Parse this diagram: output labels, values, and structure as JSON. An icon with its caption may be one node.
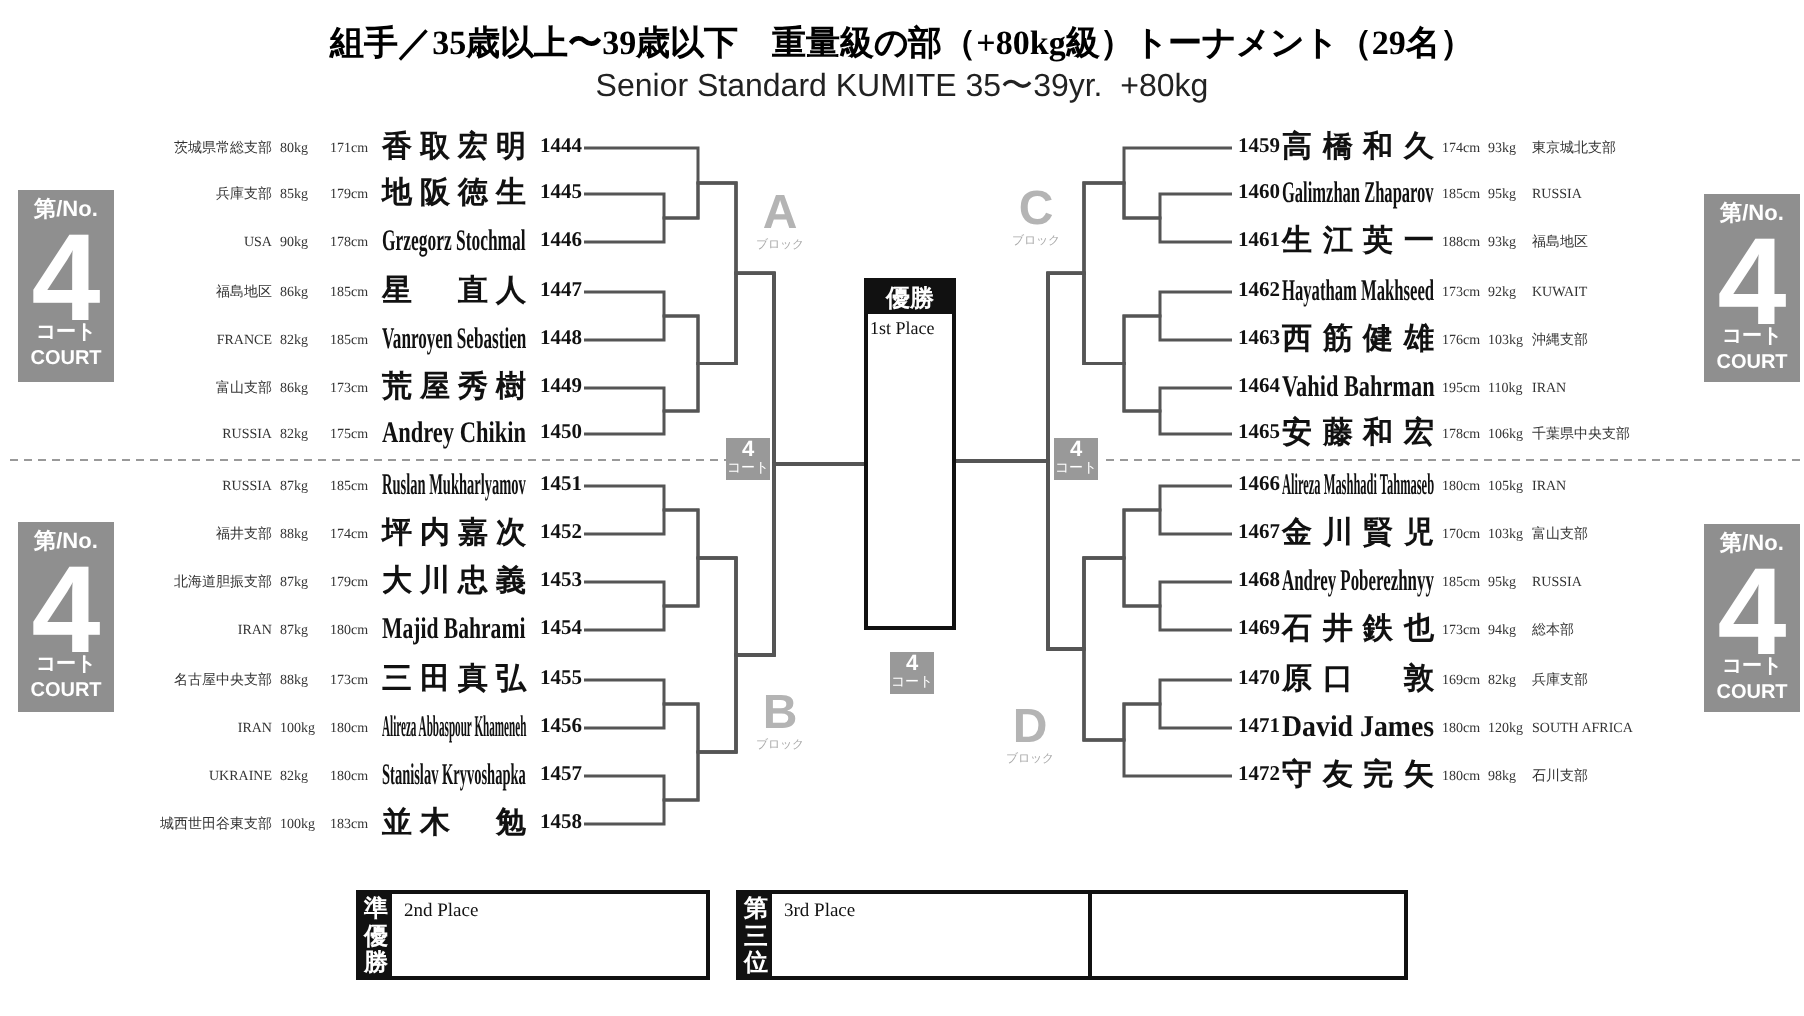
{
  "diagram": {
    "title": "組手／35歳以上〜39歳以下　重量級の部（+80kg級）トーナメント（29名）",
    "nodes": [
      {
        "text": [
          "茨城県常総支部",
          "80kg",
          "171cm",
          "香取宏明",
          "1444"
        ]
      },
      {
        "text": [
          "兵庫支部",
          "85kg",
          "179cm",
          "地阪徳生",
          "1445"
        ]
      },
      {
        "text": [
          "USA",
          "90kg",
          "178cm",
          "Grzegorz Stochmal",
          "1446"
        ]
      },
      {
        "text": [
          "福島地区",
          "86kg",
          "185cm",
          "星　直人",
          "1447"
        ]
      },
      {
        "text": [
          "FRANCE",
          "82kg",
          "185cm",
          "Vanroyen Sebastien",
          "1448"
        ]
      },
      {
        "text": [
          "富山支部",
          "86kg",
          "173cm",
          "荒屋秀樹",
          "1449"
        ]
      },
      {
        "text": [
          "RUSSIA",
          "82kg",
          "175cm",
          "Andrey Chikin",
          "1450"
        ]
      },
      {
        "text": [
          "RUSSIA",
          "87kg",
          "185cm",
          "Ruslan Mukharlyamov",
          "1451"
        ]
      },
      {
        "text": [
          "福井支部",
          "88kg",
          "174cm",
          "坪内嘉次",
          "1452"
        ]
      },
      {
        "text": [
          "北海道胆振支部",
          "87kg",
          "179cm",
          "大川忠義",
          "1453"
        ]
      },
      {
        "text": [
          "IRAN",
          "87kg",
          "180cm",
          "Majid Bahrami",
          "1454"
        ]
      },
      {
        "text": [
          "名古屋中央支部",
          "88kg",
          "173cm",
          "三田真弘",
          "1455"
        ]
      },
      {
        "text": [
          "IRAN",
          "100kg",
          "180cm",
          "Alireza Abbaspour Khameneh",
          "1456"
        ]
      },
      {
        "text": [
          "UKRAINE",
          "82kg",
          "180cm",
          "Stanislav Kryvoshapka",
          "1457"
        ]
      },
      {
        "text": [
          "城西世田谷東支部",
          "100kg",
          "183cm",
          "並木　勉",
          "1458"
        ]
      },
      {
        "text": [
          "1459",
          "高橋和久",
          "174cm",
          "93kg",
          "東京城北支部"
        ]
      },
      {
        "text": [
          "1460",
          "Galimzhan Zhaparov",
          "185cm",
          "95kg",
          "RUSSIA"
        ]
      },
      {
        "text": [
          "1461",
          "生江英一",
          "188cm",
          "93kg",
          "福島地区"
        ]
      },
      {
        "text": [
          "1462",
          "Hayatham Makhseed",
          "173cm",
          "92kg",
          "KUWAIT"
        ]
      },
      {
        "text": [
          "1463",
          "西筋健雄",
          "176cm",
          "103kg",
          "沖縄支部"
        ]
      },
      {
        "text": [
          "1464",
          "Vahid Bahrman",
          "195cm",
          "110kg",
          "IRAN"
        ]
      },
      {
        "text": [
          "1465",
          "安藤和宏",
          "178cm",
          "106kg",
          "千葉県中央支部"
        ]
      },
      {
        "text": [
          "1466",
          "Alireza Mashhadi Tahmaseb",
          "180cm",
          "105kg",
          "IRAN"
        ]
      },
      {
        "text": [
          "1467",
          "金川賢児",
          "170cm",
          "103kg",
          "富山支部"
        ]
      },
      {
        "text": [
          "1468",
          "Andrey Poberezhnyy",
          "185cm",
          "95kg",
          "RUSSIA"
        ]
      },
      {
        "text": [
          "1469",
          "石井鉄也",
          "173cm",
          "94kg",
          "総本部"
        ]
      },
      {
        "text": [
          "1470",
          "原口　敦",
          "169cm",
          "82kg",
          "兵庫支部"
        ]
      },
      {
        "text": [
          "1471",
          "David James",
          "180cm",
          "120kg",
          "SOUTH AFRICA"
        ]
      },
      {
        "text": [
          "1472",
          "守友完矢",
          "180cm",
          "98kg",
          "石川支部"
        ]
      },
      {
        "text": [
          "優勝",
          "1st Place"
        ]
      },
      {
        "text": [
          "第/No.",
          "4",
          "コート",
          "COURT"
        ]
      },
      {
        "text": [
          "第/No.",
          "4",
          "コート",
          "COURT"
        ]
      },
      {
        "text": [
          "第/No.",
          "4",
          "コート",
          "COURT"
        ]
      },
      {
        "text": [
          "第/No.",
          "4",
          "コート",
          "COURT"
        ]
      },
      {
        "text": [
          "4",
          "コート"
        ]
      },
      {
        "text": [
          "4",
          "コート"
        ]
      },
      {
        "text": [
          "4",
          "コート"
        ]
      },
      {
        "text": [
          "準優勝",
          "2nd Place"
        ]
      },
      {
        "text": [
          "第三位",
          "3rd Place"
        ]
      },
      {
        "text": [],
        "shape": "box"
      }
    ],
    "edges": [
      {
        "from": 0,
        "to": 29,
        "arrow": "none"
      },
      {
        "from": 1,
        "to": 29,
        "arrow": "none"
      },
      {
        "from": 2,
        "to": 29,
        "arrow": "none"
      },
      {
        "from": 3,
        "to": 29,
        "arrow": "none"
      },
      {
        "from": 4,
        "to": 29,
        "arrow": "none"
      },
      {
        "from": 5,
        "to": 29,
        "arrow": "none"
      },
      {
        "from": 6,
        "to": 29,
        "arrow": "none"
      },
      {
        "from": 7,
        "to": 29,
        "arrow": "none"
      },
      {
        "from": 8,
        "to": 29,
        "arrow": "none"
      },
      {
        "from": 9,
        "to": 29,
        "arrow": "none"
      },
      {
        "from": 10,
        "to": 29,
        "arrow": "none"
      },
      {
        "from": 11,
        "to": 29,
        "arrow": "none"
      },
      {
        "from": 12,
        "to": 29,
        "arrow": "none"
      },
      {
        "from": 13,
        "to": 29,
        "arrow": "none"
      },
      {
        "from": 14,
        "to": 29,
        "arrow": "none"
      },
      {
        "from": 15,
        "to": 29,
        "arrow": "none"
      },
      {
        "from": 16,
        "to": 29,
        "arrow": "none"
      },
      {
        "from": 17,
        "to": 29,
        "arrow": "none"
      },
      {
        "from": 18,
        "to": 29,
        "arrow": "none"
      },
      {
        "from": 19,
        "to": 29,
        "arrow": "none"
      },
      {
        "from": 20,
        "to": 29,
        "arrow": "none"
      },
      {
        "from": 21,
        "to": 29,
        "arrow": "none"
      },
      {
        "from": 22,
        "to": 29,
        "arrow": "none"
      },
      {
        "from": 23,
        "to": 29,
        "arrow": "none"
      },
      {
        "from": 24,
        "to": 29,
        "arrow": "none"
      },
      {
        "from": 25,
        "to": 29,
        "arrow": "none"
      },
      {
        "from": 26,
        "to": 29,
        "arrow": "none"
      },
      {
        "from": 27,
        "to": 29,
        "arrow": "none"
      },
      {
        "from": 28,
        "to": 29,
        "arrow": "none"
      }
    ],
    "labels": [
      "Senior Standard KUMITE 35〜39yr.  +80kg",
      "A",
      "ブロック",
      "B",
      "ブロック",
      "C",
      "ブロック",
      "D",
      "ブロック"
    ]
  }
}
